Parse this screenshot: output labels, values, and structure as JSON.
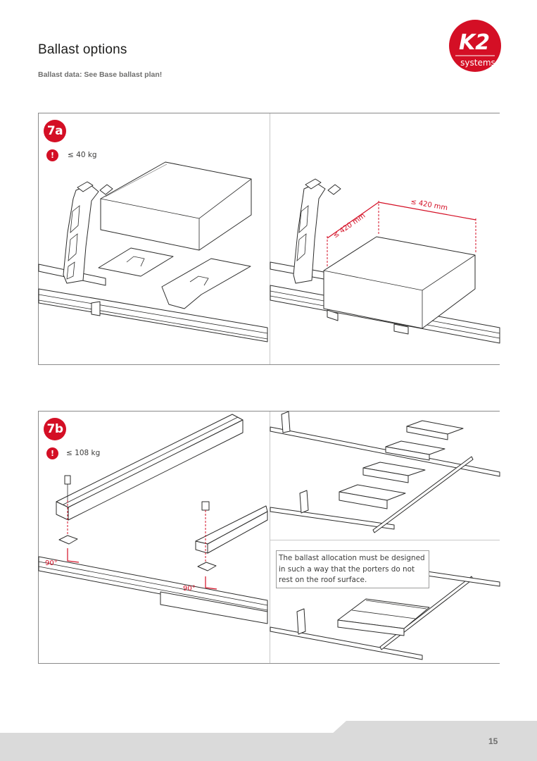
{
  "header": {
    "title": "Ballast options",
    "subtitle": "Ballast data: See Base ballast plan!"
  },
  "logo": {
    "brand": "K2",
    "tagline": "systems",
    "color": "#d40f25"
  },
  "panel_7a": {
    "step": "7a",
    "warning_icon": "!",
    "weight": "≤ 40 kg",
    "dimension_depth": "≤ 420 mm",
    "dimension_width": "≤ 420 mm"
  },
  "panel_7b": {
    "step": "7b",
    "warning_icon": "!",
    "weight": "≤ 108 kg",
    "angle_left": "90°",
    "angle_right": "90°",
    "note": "The ballast allocation must be designed in such a way that the porters do not rest on the roof surface."
  },
  "footer": {
    "page_number": "15"
  },
  "colors": {
    "accent": "#d40f25",
    "footer": "#dadada"
  }
}
